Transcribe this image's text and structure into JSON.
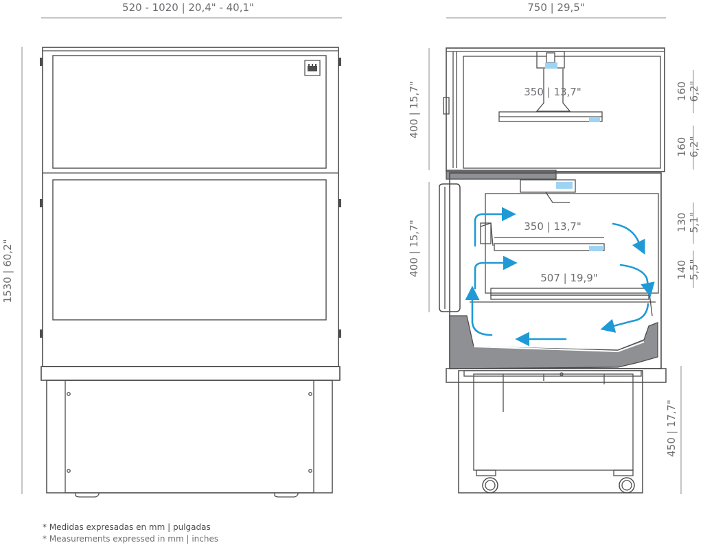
{
  "dimensions": {
    "front_width": "520 - 1020   |   20,4\" - 40,1\"",
    "front_height": "1530 | 60,2\"",
    "side_depth": "750   |   29,5\"",
    "upper_zone_height": "400 | 15,7\"",
    "lower_zone_height": "400 | 15,7\"",
    "base_height": "450   |   17,7\"",
    "upper_shelf_depth": "350 | 13,7\"",
    "middle_shelf_depth": "350  |  13,7\"",
    "bottom_shelf_depth": "507  |  19,9\"",
    "right_1": {
      "mm": "160",
      "in": "6,2\""
    },
    "right_2": {
      "mm": "160",
      "in": "6,2\""
    },
    "right_3": {
      "mm": "130",
      "in": "5,1\""
    },
    "right_4": {
      "mm": "140",
      "in": "5,5\""
    }
  },
  "notes": {
    "es": "* Medidas expresadas en mm  |  pulgadas",
    "en": "* Measurements expressed in mm  |  inches"
  },
  "colors": {
    "line": "#4d4d4f",
    "dim_line": "#8a8b8d",
    "text": "#6d6e71",
    "airflow": "#1f9ad6",
    "tray_fill": "#8e9093",
    "light": "#9fd3f2"
  }
}
